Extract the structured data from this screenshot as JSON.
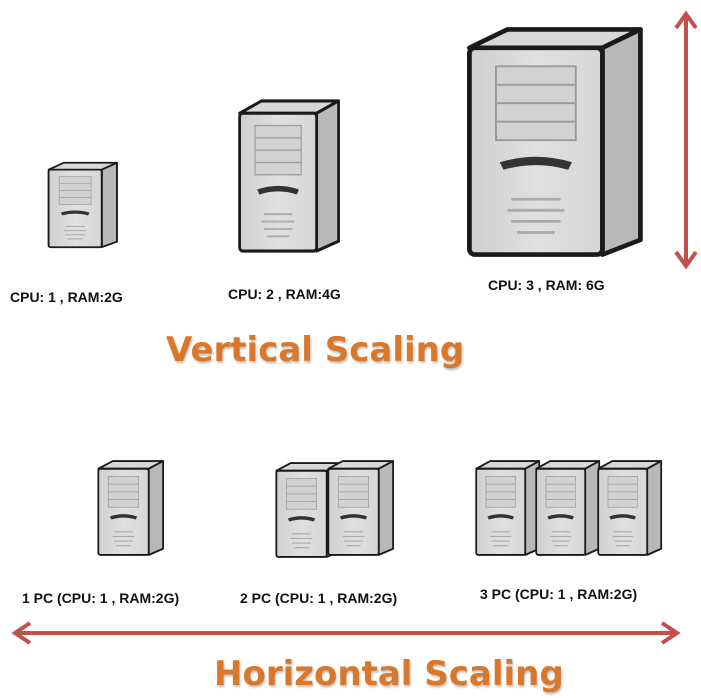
{
  "colors": {
    "heading": "#d9772b",
    "arrow": "#c0504d",
    "server_face": "#e0e0e0",
    "server_side": "#b8b8b8",
    "server_outline": "#1a1a1a"
  },
  "vertical": {
    "title": "Vertical Scaling",
    "machines": [
      {
        "label": "CPU: 1 , RAM:2G"
      },
      {
        "label": "CPU: 2 , RAM:4G"
      },
      {
        "label": "CPU: 3 , RAM: 6G"
      }
    ]
  },
  "horizontal": {
    "title": "Horizontal Scaling",
    "groups": [
      {
        "label": "1 PC  (CPU: 1 , RAM:2G)",
        "count": 1
      },
      {
        "label": "2 PC  (CPU: 1 , RAM:2G)",
        "count": 2
      },
      {
        "label": "3 PC  (CPU: 1 , RAM:2G)",
        "count": 3
      }
    ]
  },
  "icons": {
    "server": "server-tower-icon",
    "vertical_arrow": "double-headed-vertical-arrow-icon",
    "horizontal_arrow": "double-headed-horizontal-arrow-icon"
  }
}
